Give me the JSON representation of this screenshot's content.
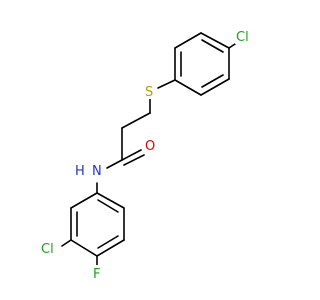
{
  "molecule": {
    "atoms": [
      {
        "id": "cl_top",
        "label": "Cl",
        "color": "#1fa01f"
      },
      {
        "id": "s",
        "label": "S",
        "color": "#b3a100"
      },
      {
        "id": "o",
        "label": "O",
        "color": "#e00000"
      },
      {
        "id": "n",
        "label": "N",
        "color": "#2233cc"
      },
      {
        "id": "h",
        "label": "H",
        "color": "#2233cc"
      },
      {
        "id": "cl_bottom",
        "label": "Cl",
        "color": "#1fa01f"
      },
      {
        "id": "f",
        "label": "F",
        "color": "#1fa01f"
      }
    ],
    "bond_color": "#000000",
    "background": "#ffffff"
  }
}
